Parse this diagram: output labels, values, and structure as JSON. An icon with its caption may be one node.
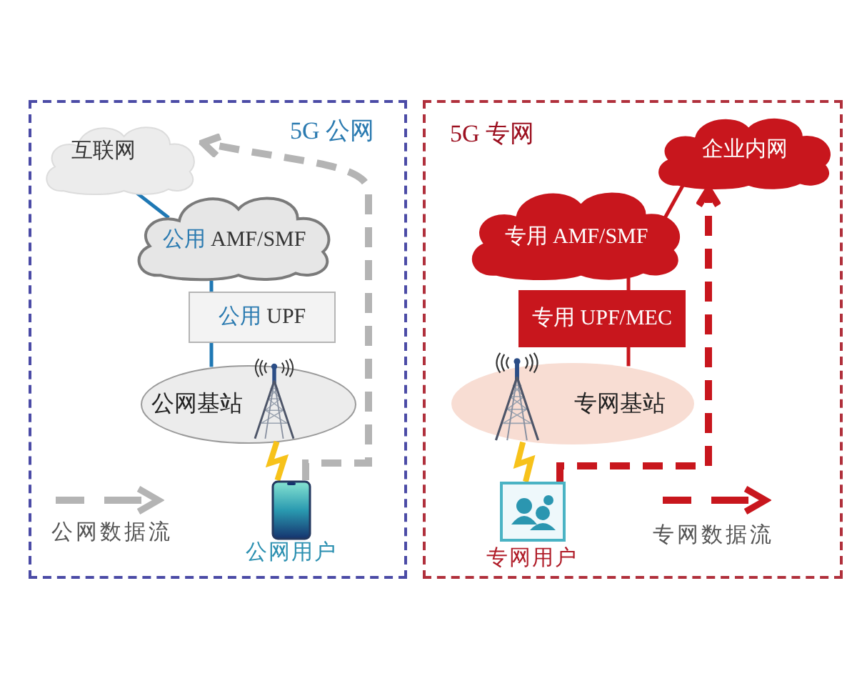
{
  "diagram": {
    "nodes": [
      {
        "text": [
          "5G 公网"
        ]
      },
      {
        "text": [
          "互联网"
        ],
        "in": 0
      },
      {
        "text": [
          "公用 AMF/SMF"
        ],
        "in": 0
      },
      {
        "text": [
          "公用 UPF"
        ],
        "in": 0
      },
      {
        "text": [
          "公网基站"
        ],
        "in": 0
      },
      {
        "text": [
          "公网用户"
        ],
        "in": 0
      },
      {
        "text": [
          "5G 专网"
        ]
      },
      {
        "text": [
          "企业内网"
        ],
        "in": 6
      },
      {
        "text": [
          "专用 AMF/SMF"
        ],
        "in": 6
      },
      {
        "text": [
          "专用 UPF/MEC"
        ],
        "in": 6
      },
      {
        "text": [
          "专网基站"
        ],
        "in": 6
      },
      {
        "text": [
          "专网用户"
        ],
        "in": 6
      }
    ],
    "edges": [
      {
        "from": 1,
        "to": 2,
        "arrow": "none",
        "color": "#1f78b4"
      },
      {
        "from": 2,
        "to": 3,
        "arrow": "none",
        "color": "#1f78b4"
      },
      {
        "from": 3,
        "to": 4,
        "arrow": "none",
        "color": "#1f78b4"
      },
      {
        "from": 5,
        "to": 1,
        "arrow": "to",
        "style": "dashed",
        "color": "#b4b4b4"
      },
      {
        "from": 7,
        "to": 8,
        "arrow": "none",
        "color": "#c8161d"
      },
      {
        "from": 8,
        "to": 9,
        "arrow": "none",
        "color": "#c8161d"
      },
      {
        "from": 9,
        "to": 10,
        "arrow": "none",
        "color": "#c8161d"
      },
      {
        "from": 11,
        "to": 7,
        "arrow": "to",
        "style": "dashed",
        "color": "#c8161d"
      },
      {
        "from": 4,
        "to": 5,
        "arrow": "none",
        "color": "#f7c21a"
      },
      {
        "from": 10,
        "to": 11,
        "arrow": "none",
        "color": "#f7c21a"
      }
    ],
    "legend": [
      {
        "text": "公网数据流"
      },
      {
        "text": "专网数据流"
      }
    ]
  }
}
